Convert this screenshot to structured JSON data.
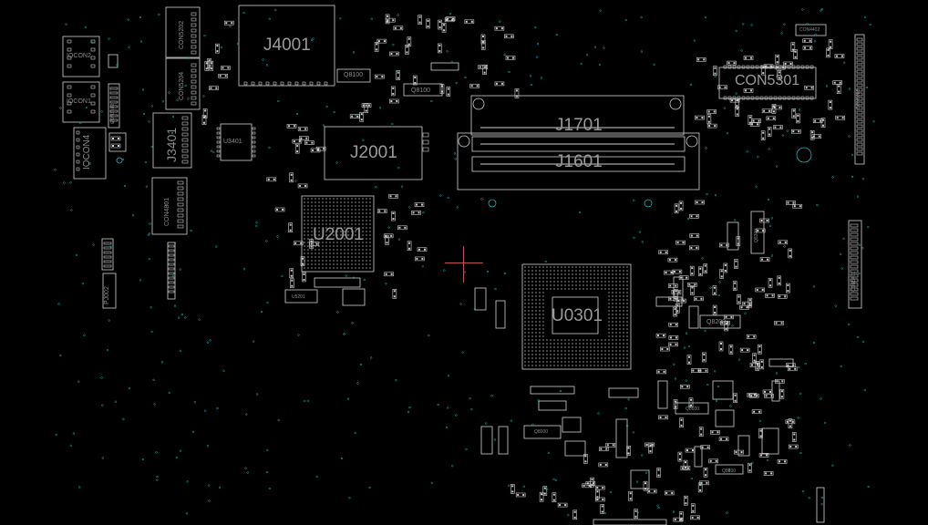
{
  "viewer": {
    "background": "#000000",
    "outline_color": "#d0d0d0",
    "pin_color": "#cfcfcf",
    "via_color": "#1fb5b5",
    "cursor_color": "#c05050"
  },
  "components": {
    "j4001": "J4001",
    "j2001": "J2001",
    "u2001": "U2001",
    "j1701": "J1701",
    "j1601": "J1601",
    "con5301": "CON5301",
    "u0301": "U0301",
    "u3401": "U3401",
    "j3401": "J3401",
    "con5202": "CON5202",
    "con5204": "CON5204",
    "iocon2": "IOCON2",
    "iocon1": "IOCON1",
    "iocon4": "IOCON4",
    "con4801": "CON4801",
    "pj002": "PJ002",
    "q8100a": "Q8100",
    "q8100b": "Q8100",
    "q8200": "Q8200",
    "q8300": "Q8300",
    "con3102": "CON3102",
    "con5401": "CON5401",
    "con4402": "CON4402",
    "con6003": "CON6003",
    "q8000": "Q8000",
    "q8800": "Q8800",
    "q8600": "Q8600",
    "u5201": "U5201"
  }
}
